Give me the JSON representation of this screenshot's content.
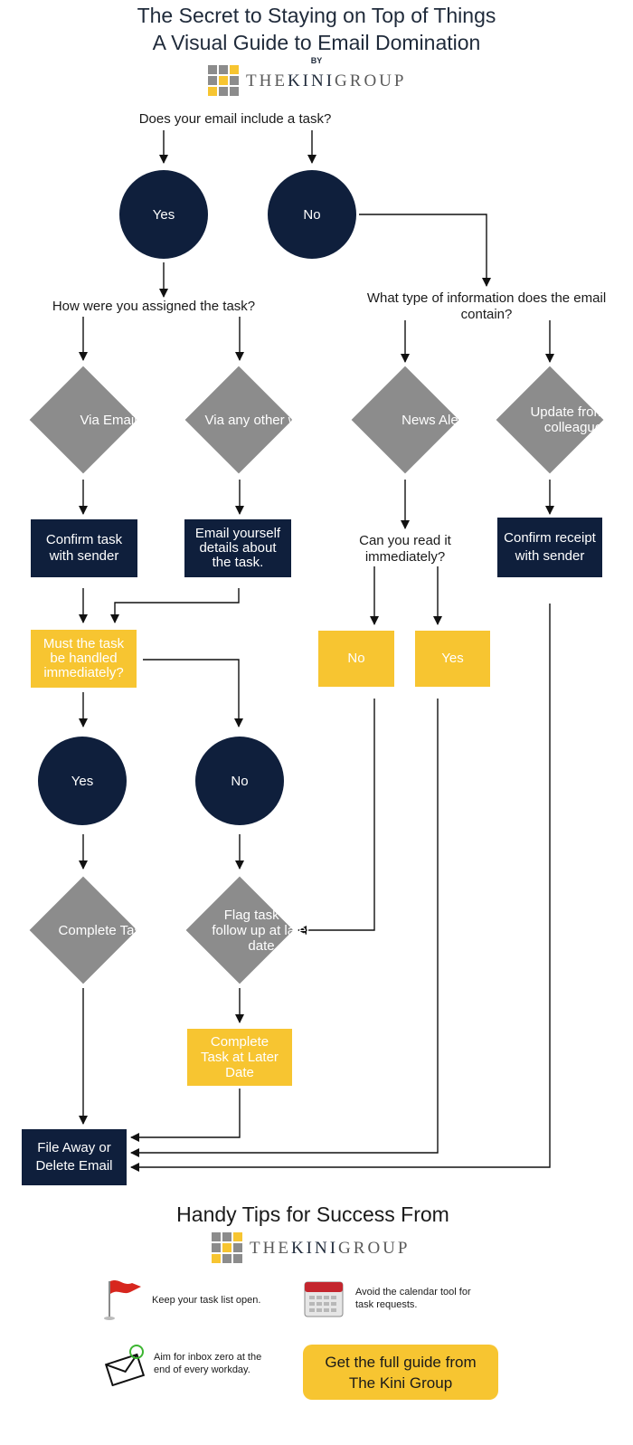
{
  "header": {
    "title_line1": "The Secret to Staying on Top of Things",
    "title_line2": "A Visual Guide to Email Domination",
    "by": "BY",
    "logo_text": "THEKINIGROUP"
  },
  "flow": {
    "q_task": "Does your email include a task?",
    "yes": "Yes",
    "no": "No",
    "q_assigned": "How were you assigned the task?",
    "q_info": "What type of information does the email contain?",
    "via_email": "Via Email",
    "via_other": "Via any other way",
    "news_alert": "News Alert",
    "update_colleague": "Update from a colleague",
    "confirm_task": "Confirm task with sender",
    "email_yourself": "Email yourself details about the task.",
    "q_read": "Can you read it immediately?",
    "confirm_receipt": "Confirm receipt with sender",
    "must_handle": "Must the task be handled immediately?",
    "read_no": "No",
    "read_yes": "Yes",
    "handle_yes": "Yes",
    "handle_no": "No",
    "complete_task": "Complete Task",
    "flag_task": "Flag task for follow up at later date",
    "complete_later": "Complete Task at Later Date",
    "file_away": "File Away or Delete Email"
  },
  "tips": {
    "heading": "Handy Tips for Success From",
    "tip1": "Keep your task list open.",
    "tip2": "Avoid the calendar tool for task requests.",
    "tip3": "Aim for inbox zero at the end of every workday.",
    "cta": "Get the full guide from The Kini Group",
    "icons": [
      "flag-icon",
      "calendar-icon",
      "envelope-icon"
    ]
  },
  "colors": {
    "navy": "#0f1f3c",
    "gray": "#8c8c8c",
    "yellow": "#f7c531",
    "logo_yellow": "#f7c531"
  }
}
